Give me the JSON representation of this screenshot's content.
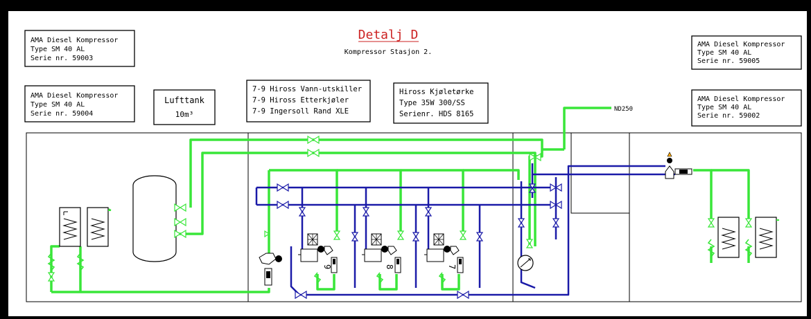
{
  "title": {
    "main": "Detalj D",
    "sub": "Kompressor Stasjon 2."
  },
  "boxes": {
    "comp_59003": [
      "AMA Diesel Kompressor",
      "Type SM 40 AL",
      "Serie nr. 59003"
    ],
    "comp_59004": [
      "AMA Diesel Kompressor",
      "Type SM 40 AL",
      "Serie nr. 59004"
    ],
    "lufttank": [
      "Lufttank",
      "10m³"
    ],
    "hiross_list": [
      "7-9 Hiross Vann-utskiller",
      "7-9 Hiross Etterkjøler",
      "7-9 Ingersoll Rand XLE"
    ],
    "kjoletorke": [
      "Hiross Kjøletørke",
      "Type 35W 300/SS",
      "Serienr. HDS 8165"
    ],
    "comp_59005": [
      "AMA Diesel Kompressor",
      "Type SM 40 AL",
      "Serie nr. 59005"
    ],
    "comp_59002": [
      "AMA Diesel Kompressor",
      "Type SM 40 AL",
      "Serie nr. 59002"
    ]
  },
  "pipe_label": "ND250",
  "unit_numbers": [
    "9",
    "8",
    "7"
  ],
  "colors": {
    "air_pipe": "#39e639",
    "water_pipe": "#1a1aa8",
    "frame": "#000000",
    "title": "#cc2222"
  }
}
